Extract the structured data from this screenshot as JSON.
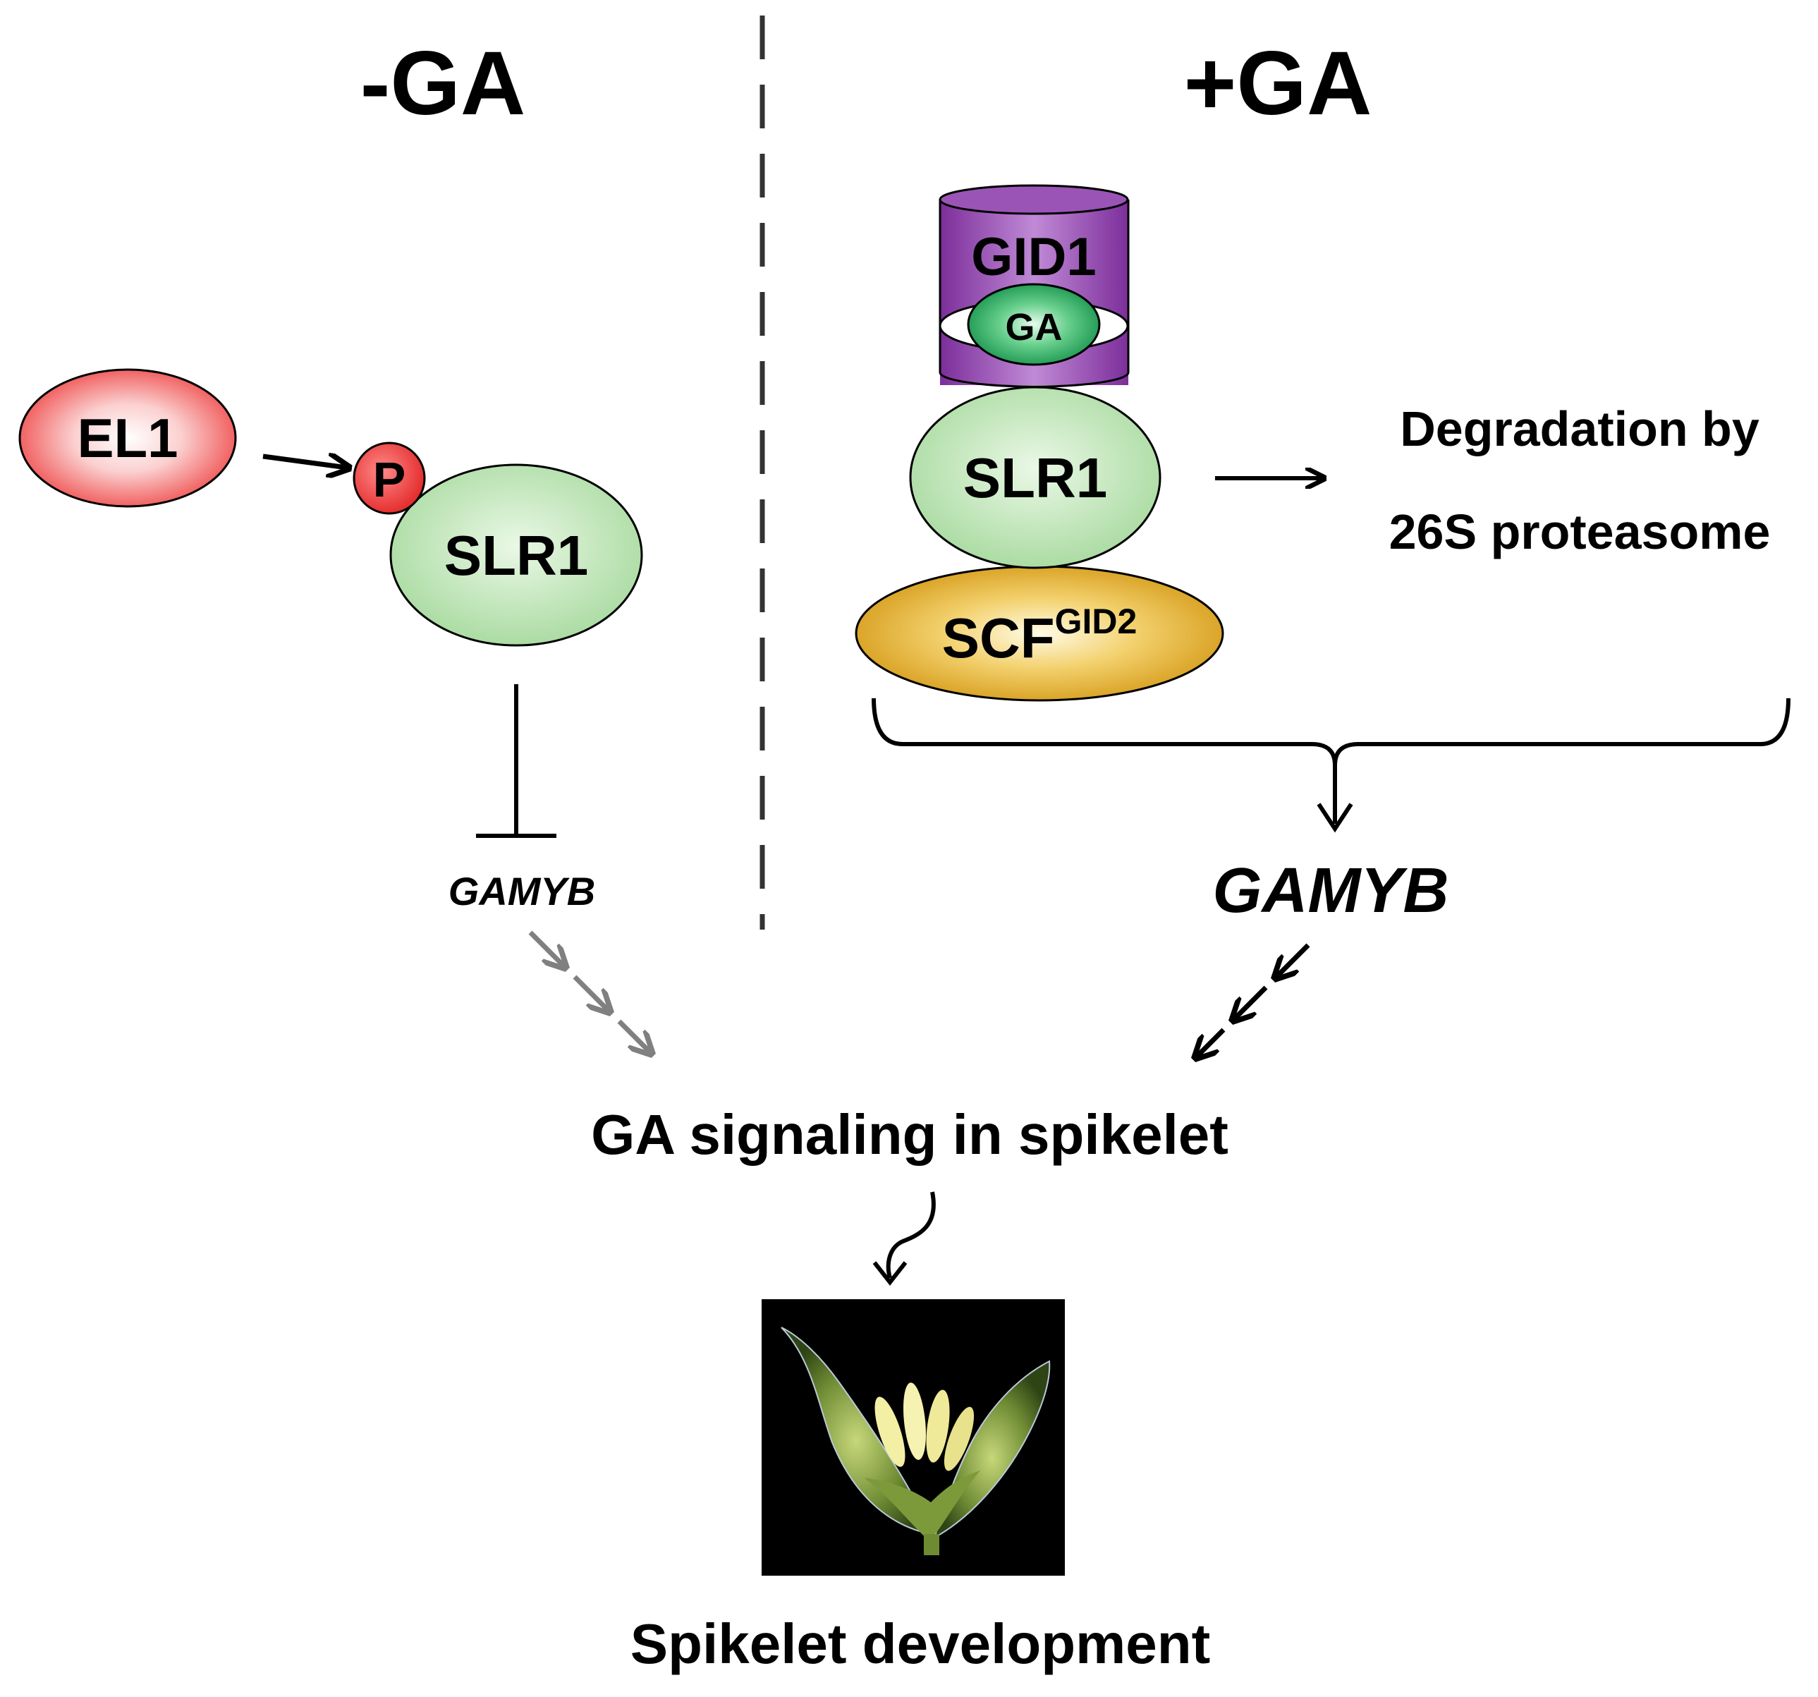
{
  "left_panel": {
    "heading": "-GA",
    "el1_label": "EL1",
    "phospho_label": "P",
    "slr1_label": "SLR1",
    "gamyb_label": "GAMYB"
  },
  "right_panel": {
    "heading": "+GA",
    "gid1_label": "GID1",
    "ga_label": "GA",
    "slr1_label": "SLR1",
    "scf_label": "SCF",
    "scf_superscript": "GID2",
    "degradation_line1": "Degradation by",
    "degradation_line2": "26S proteasome",
    "gamyb_label": "GAMYB"
  },
  "bottom": {
    "signaling_label": "GA signaling in spikelet",
    "development_label": "Spikelet development"
  },
  "colors": {
    "el1": "#f05a5a",
    "phospho": "#ee4444",
    "slr1": "#b9e4b2",
    "gid1": "#8e3fab",
    "ga": "#1f9c5a",
    "scf": "#d9a21a",
    "grey_arrow": "#808080"
  }
}
